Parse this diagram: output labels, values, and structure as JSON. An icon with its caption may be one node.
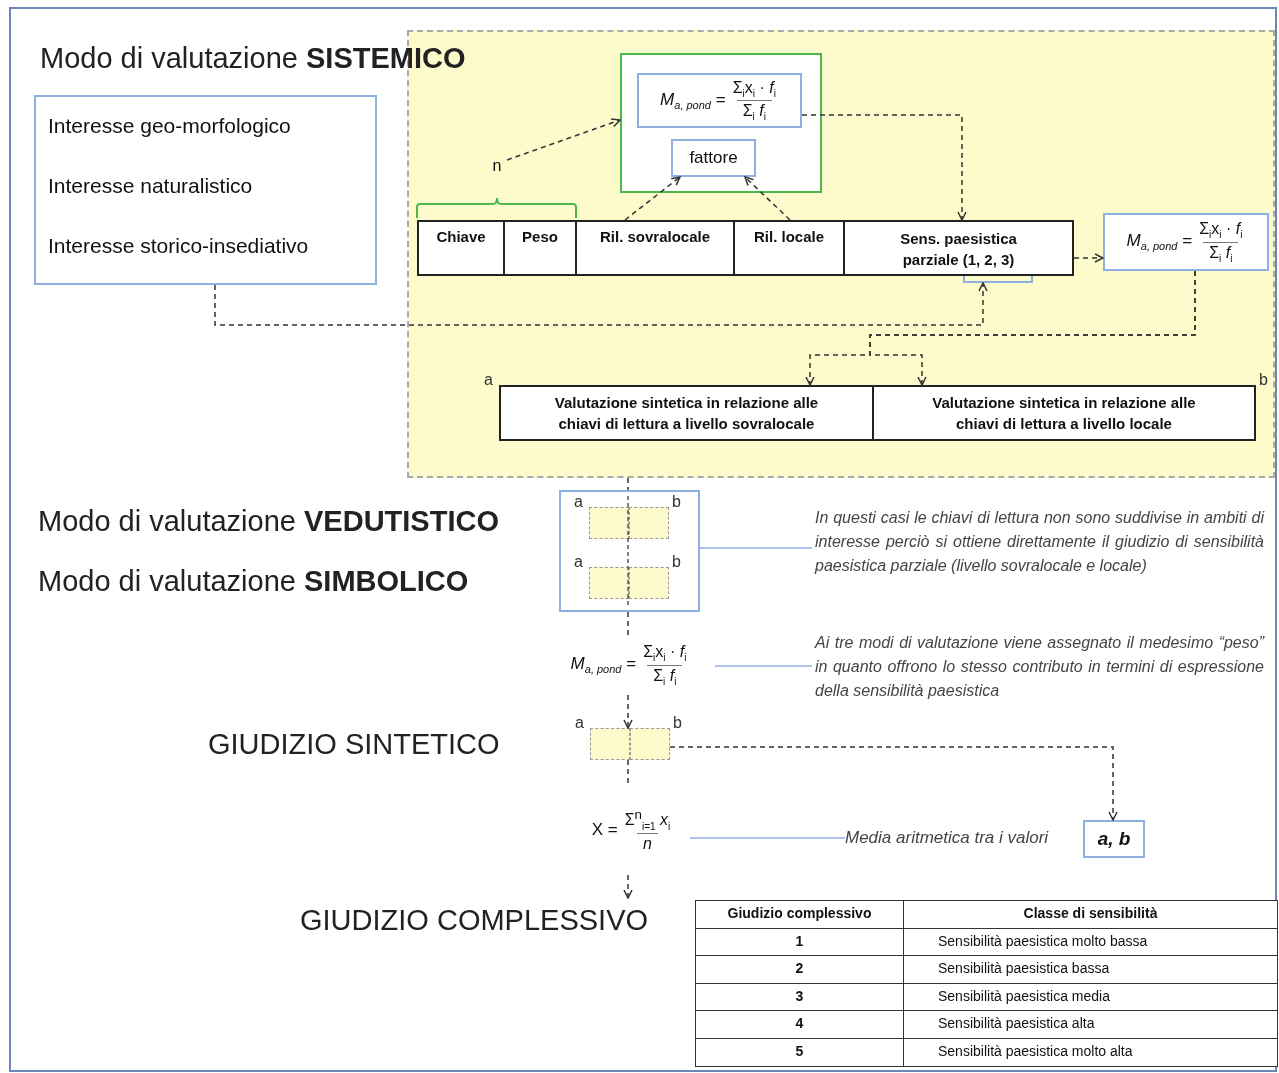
{
  "diagram": {
    "nodes": [
      {
        "text": [
          "Interesse geo-morfologico",
          "Interesse naturalistico",
          "Interesse storico-insediativo"
        ]
      },
      {
        "text": [],
        "shape": "box"
      },
      {
        "text": [
          "n"
        ],
        "in": 1
      },
      {
        "text": [],
        "shape": "box",
        "in": 1
      },
      {
        "text": [
          "*M*$_{a, pond}$ =",
          "Σ$_{i}$x$_{i}$ · *f*$_{i}$",
          "Σ$_{i}$ *f*$_{i}$"
        ],
        "in": 3
      },
      {
        "text": [
          "fattore"
        ],
        "in": 3
      },
      {
        "text": [
          "Chiave"
        ],
        "in": 1
      },
      {
        "text": [
          "Peso"
        ],
        "in": 1
      },
      {
        "text": [
          "Ril. sovralocale"
        ],
        "in": 1
      },
      {
        "text": [
          "Ril. locale"
        ],
        "in": 1
      },
      {
        "text": [
          "Sens. paesistica parziale (1, 2, 3)"
        ],
        "in": 1
      },
      {
        "text": [],
        "shape": "box",
        "in": 1
      },
      {
        "text": [
          "*M*$_{a, pond}$ =",
          "Σ$_{i}$x$_{i}$ · *f*$_{i}$",
          "Σ$_{i}$ *f*$_{i}$"
        ],
        "in": 1
      },
      {
        "text": [
          "Valutazione sintetica in relazione alle chiavi di lettura a livello sovralocale"
        ],
        "in": 1,
        "beside": [
          "a"
        ]
      },
      {
        "text": [
          "Valutazione sintetica in relazione alle chiavi di lettura a livello locale"
        ],
        "in": 1,
        "beside": [
          "b"
        ]
      },
      {
        "text": [],
        "shape": "box"
      },
      {
        "text": [],
        "shape": "box",
        "in": 15,
        "beside": [
          "a"
        ]
      },
      {
        "text": [],
        "shape": "box",
        "in": 15,
        "beside": [
          "b"
        ]
      },
      {
        "text": [],
        "shape": "box",
        "in": 15,
        "beside": [
          "a"
        ]
      },
      {
        "text": [],
        "shape": "box",
        "in": 15,
        "beside": [
          "b"
        ]
      },
      {
        "text": [
          "In questi casi le chiavi di lettura non sono suddivise in ambiti di interesse perciò si ottiene direttamente il giudizio di sensibilità paesistica parziale (livello sovralocale e locale)"
        ]
      },
      {
        "text": [
          "*M*$_{a, pond}$ =",
          "Σ$_{i}$x$_{i}$ · *f*$_{i}$",
          "Σ$_{i}$ *f*$_{i}$"
        ]
      },
      {
        "text": [
          "Ai tre modi di valutazione viene assegnato il medesimo “peso”  in quanto offrono lo stesso contributo in termini di espressione della sensibilità paesistica"
        ]
      },
      {
        "text": [],
        "shape": "box",
        "beside": [
          "a"
        ]
      },
      {
        "text": [],
        "shape": "box",
        "beside": [
          "b"
        ]
      },
      {
        "text": [
          "X =",
          "Σ$^{n}$$_{i=1}$ *x*$_{i}$",
          "*n*"
        ]
      },
      {
        "text": [
          "Media aritmetica tra i valori"
        ]
      },
      {
        "text": [
          "a, b"
        ]
      },
      {
        "text": [
          "GIUDIZIO COMPLESSIVO"
        ]
      }
    ],
    "edges": [
      {
        "from": 2,
        "to": 3,
        "arrow": "to",
        "style": "dashed"
      },
      {
        "from": 8,
        "to": 5,
        "arrow": "to",
        "style": "dashed"
      },
      {
        "from": 9,
        "to": 5,
        "arrow": "to",
        "style": "dashed"
      },
      {
        "from": 4,
        "to": 10,
        "arrow": "to",
        "style": "dashed"
      },
      {
        "from": 10,
        "to": 12,
        "arrow": "to",
        "style": "dashed"
      },
      {
        "from": 0,
        "to": 11,
        "arrow": "to",
        "style": "dashed"
      },
      {
        "from": 12,
        "to": 13,
        "arrow": "to",
        "style": "dashed"
      },
      {
        "from": 12,
        "to": 14,
        "arrow": "to",
        "style": "dashed"
      },
      {
        "from": 1,
        "to": 15,
        "arrow": "none",
        "style": "dashed"
      },
      {
        "from": 15,
        "to": 21,
        "arrow": "none",
        "style": "dashed"
      },
      {
        "from": 21,
        "to": 23,
        "arrow": "to",
        "style": "dashed"
      },
      {
        "from": 23,
        "to": 25,
        "arrow": "none",
        "style": "dashed"
      },
      {
        "from": 25,
        "to": 28,
        "arrow": "to",
        "style": "dashed"
      },
      {
        "from": 24,
        "to": 27,
        "arrow": "to",
        "style": "dashed"
      },
      {
        "from": 15,
        "to": 20,
        "arrow": "none",
        "color": "#8db0e0"
      },
      {
        "from": 21,
        "to": 22,
        "arrow": "none",
        "color": "#8db0e0"
      },
      {
        "from": 25,
        "to": 26,
        "arrow": "none",
        "color": "#8db0e0"
      }
    ],
    "labels": [
      "Modo di valutazione **SISTEMICO**",
      "Modo di valutazione **VEDUTISTICO**",
      "Modo di valutazione **SIMBOLICO**",
      "GIUDIZIO SINTETICO",
      "Giudizio complessivo",
      "Classe di sensibilità",
      "1",
      "Sensibilità paesistica molto bassa",
      "2",
      "Sensibilità paesistica bassa",
      "3",
      "Sensibilità paesistica media",
      "4",
      "Sensibilità paesistica alta",
      "5",
      "Sensibilità paesistica molto alta"
    ]
  }
}
